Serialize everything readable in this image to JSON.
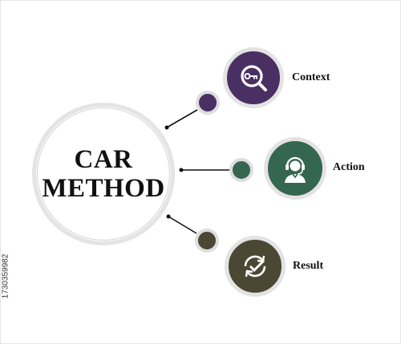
{
  "hub": {
    "line1": "CAR",
    "line2": "METHOD"
  },
  "items": [
    {
      "label": "Context",
      "icon": "key-magnifier-icon",
      "color": "#4a2f63"
    },
    {
      "label": "Action",
      "icon": "operator-headset-icon",
      "color": "#356650"
    },
    {
      "label": "Result",
      "icon": "check-refresh-icon",
      "color": "#4a4733"
    }
  ],
  "stock_id": "1730359982",
  "colors": {
    "ring": "#e4e4e4",
    "connector": "#111111",
    "background": "#ffffff"
  }
}
